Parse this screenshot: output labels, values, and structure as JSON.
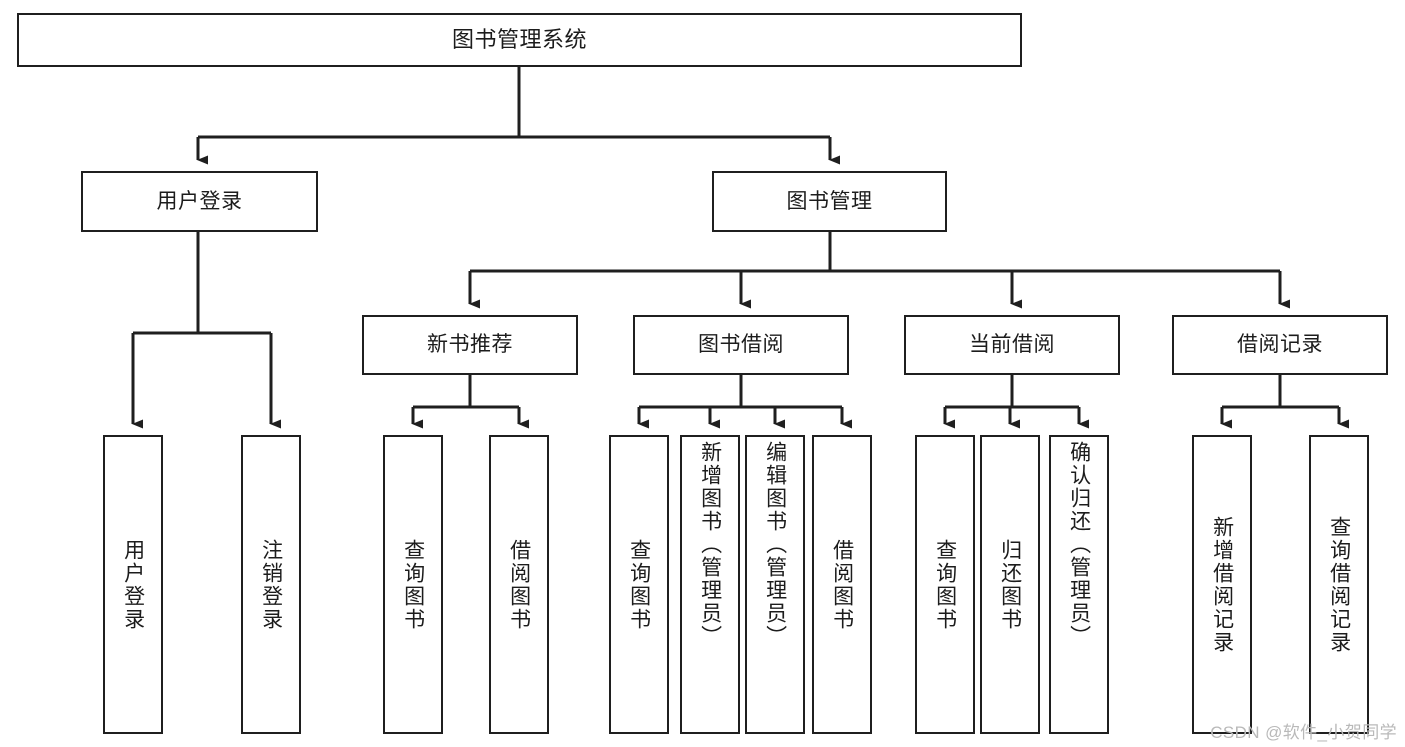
{
  "diagram": {
    "type": "tree-hierarchy",
    "title": "图书管理系统",
    "root": {
      "id": "root",
      "label": "图书管理系统",
      "orientation": "horizontal"
    },
    "level2": [
      {
        "id": "user-login",
        "label": "用户登录",
        "orientation": "horizontal"
      },
      {
        "id": "book-management",
        "label": "图书管理",
        "orientation": "horizontal"
      }
    ],
    "level3": [
      {
        "id": "new-book-recommend",
        "label": "新书推荐",
        "orientation": "horizontal",
        "parent": "book-management"
      },
      {
        "id": "book-borrow",
        "label": "图书借阅",
        "orientation": "horizontal",
        "parent": "book-management"
      },
      {
        "id": "current-borrow",
        "label": "当前借阅",
        "orientation": "horizontal",
        "parent": "book-management"
      },
      {
        "id": "borrow-record",
        "label": "借阅记录",
        "orientation": "horizontal",
        "parent": "book-management"
      }
    ],
    "leaves": [
      {
        "id": "leaf-user-login",
        "label": "用户登录",
        "parent": "user-login"
      },
      {
        "id": "leaf-user-logout",
        "label": "注销登录",
        "parent": "user-login"
      },
      {
        "id": "leaf-query-book-1",
        "label": "查询图书",
        "parent": "new-book-recommend"
      },
      {
        "id": "leaf-borrow-book-1",
        "label": "借阅图书",
        "parent": "new-book-recommend"
      },
      {
        "id": "leaf-query-book-2",
        "label": "查询图书",
        "parent": "book-borrow"
      },
      {
        "id": "leaf-add-book",
        "label": "新增图书（管理员）",
        "parent": "book-borrow"
      },
      {
        "id": "leaf-edit-book",
        "label": "编辑图书（管理员）",
        "parent": "book-borrow"
      },
      {
        "id": "leaf-borrow-book-2",
        "label": "借阅图书",
        "parent": "book-borrow"
      },
      {
        "id": "leaf-query-book-3",
        "label": "查询图书",
        "parent": "current-borrow"
      },
      {
        "id": "leaf-return-book",
        "label": "归还图书",
        "parent": "current-borrow"
      },
      {
        "id": "leaf-confirm-return",
        "label": "确认归还（管理员）",
        "parent": "current-borrow"
      },
      {
        "id": "leaf-add-record",
        "label": "新增借阅记录",
        "parent": "borrow-record"
      },
      {
        "id": "leaf-query-record",
        "label": "查询借阅记录",
        "parent": "borrow-record"
      }
    ],
    "colors": {
      "stroke": "#1f1f1f",
      "fill": "#ffffff",
      "text": "#1c1c1c",
      "watermark": "#b9b9b9"
    }
  },
  "watermark": {
    "text": "CSDN @软件_小贺同学"
  }
}
